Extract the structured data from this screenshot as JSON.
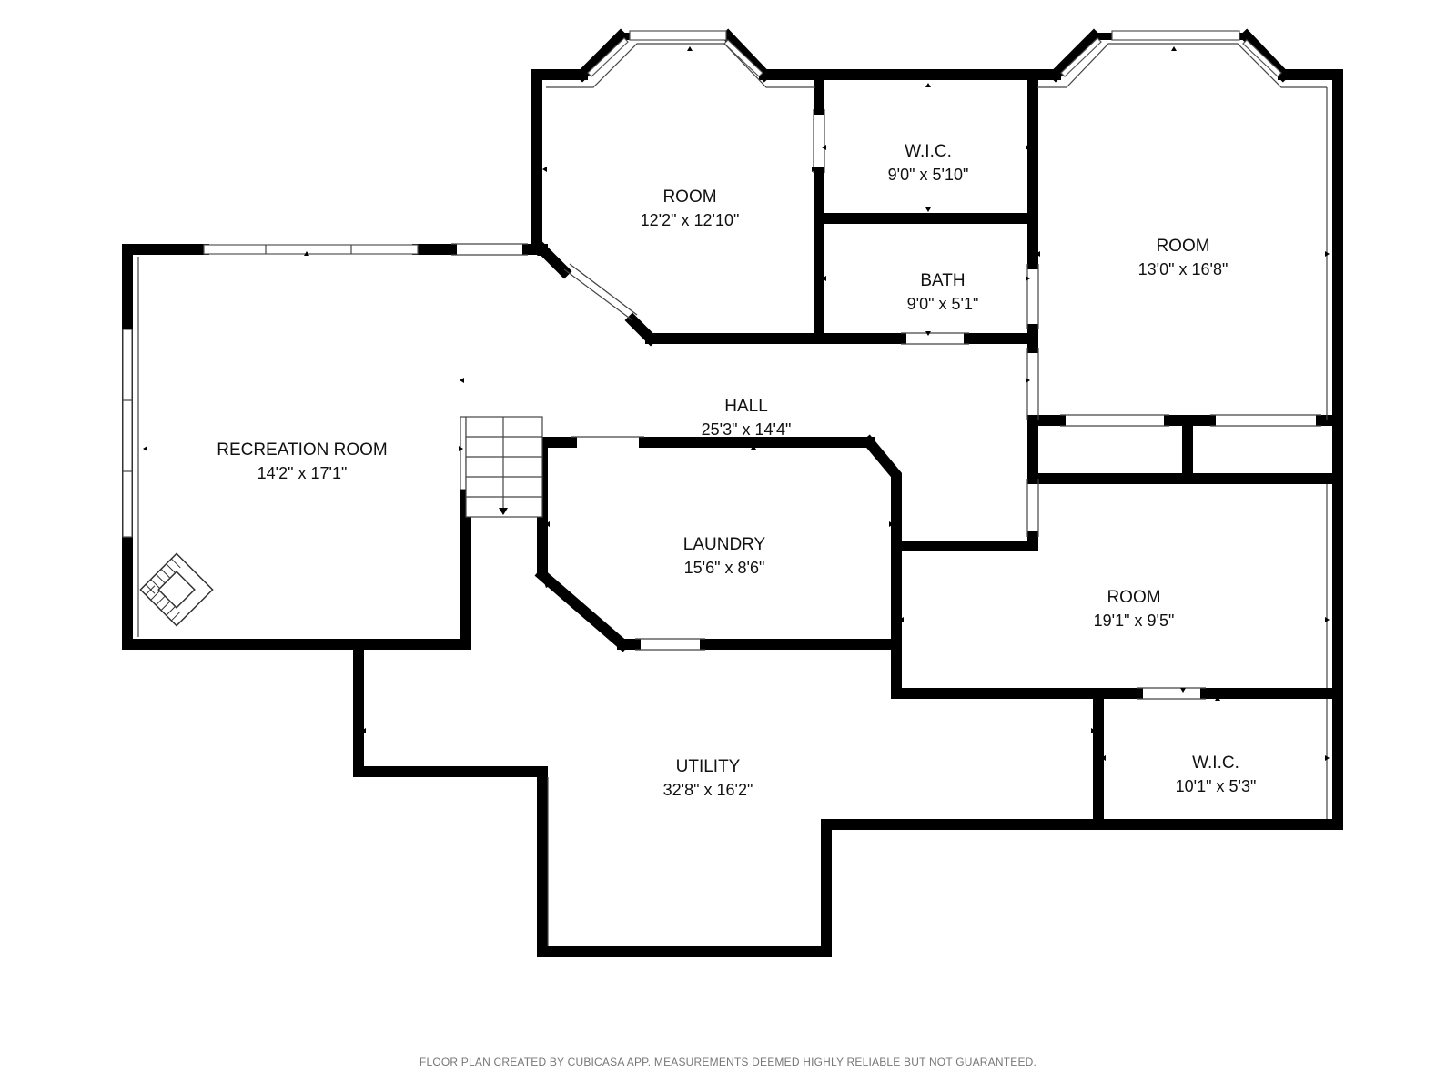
{
  "rooms": [
    {
      "name": "ROOM",
      "dims": "12'2\" x 12'10\""
    },
    {
      "name": "W.I.C.",
      "dims": "9'0\" x 5'10\""
    },
    {
      "name": "BATH",
      "dims": "9'0\" x 5'1\""
    },
    {
      "name": "ROOM",
      "dims": "13'0\" x 16'8\""
    },
    {
      "name": "RECREATION ROOM",
      "dims": "14'2\" x 17'1\""
    },
    {
      "name": "HALL",
      "dims": "25'3\" x 14'4\""
    },
    {
      "name": "LAUNDRY",
      "dims": "15'6\" x 8'6\""
    },
    {
      "name": "ROOM",
      "dims": "19'1\" x 9'5\""
    },
    {
      "name": "UTILITY",
      "dims": "32'8\" x 16'2\""
    },
    {
      "name": "W.I.C.",
      "dims": "10'1\" x 5'3\""
    }
  ],
  "footer": "FLOOR PLAN CREATED BY CUBICASA APP. MEASUREMENTS DEEMED HIGHLY RELIABLE BUT NOT GUARANTEED.",
  "colors": {
    "wall": "#000000",
    "background": "#ffffff",
    "footer": "#777777"
  }
}
